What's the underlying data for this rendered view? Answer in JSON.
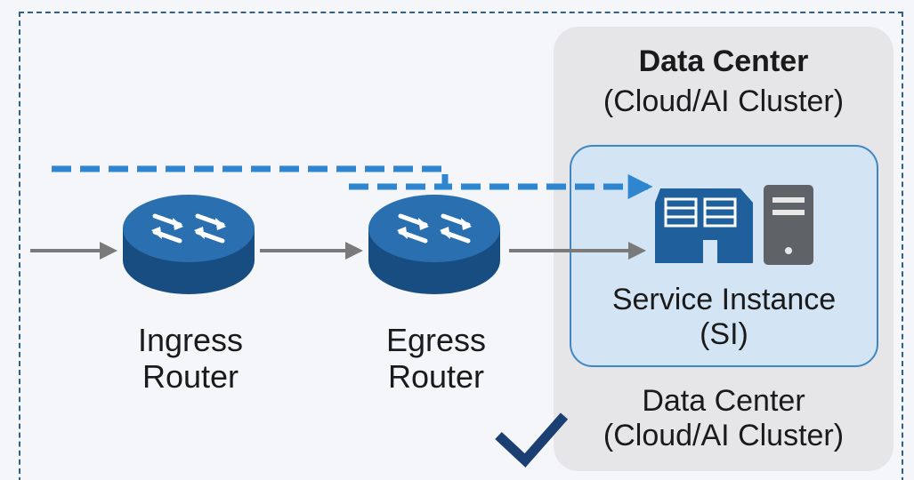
{
  "data_center": {
    "title": "Data Center",
    "subtitle": "(Cloud/AI Cluster)"
  },
  "service_instance": {
    "line1": "Service Instance",
    "line2": "(SI)"
  },
  "data_center_bottom": {
    "line1": "Data Center",
    "line2": "(Cloud/AI Cluster)"
  },
  "ingress_router": {
    "line1": "Ingress",
    "line2": "Router"
  },
  "egress_router": {
    "line1": "Egress",
    "line2": "Router"
  },
  "colors": {
    "router_fill": "#1f5f9c",
    "dashed_path": "#2d86cf",
    "solid_path": "#7a7a7a",
    "server_blue": "#1f5f9c",
    "server_gray": "#5f6368",
    "checkmark": "#1b3f73"
  },
  "icons": [
    "router-icon",
    "server-rack-icon",
    "server-tower-icon",
    "checkmark-icon"
  ]
}
